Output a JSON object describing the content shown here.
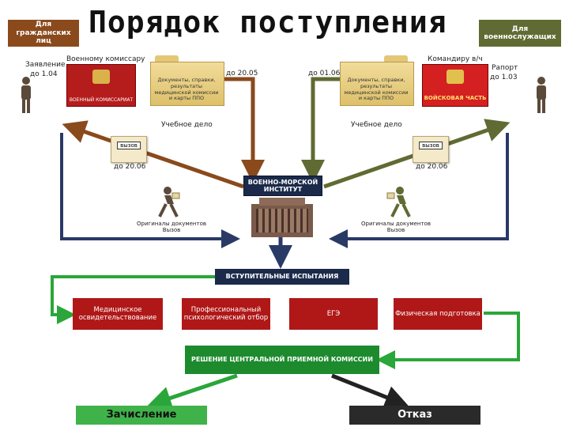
{
  "title": "Порядок поступления",
  "left_header": "Для гражданских лиц",
  "right_header": "Для военнослужащих",
  "left": {
    "application": "Заявление",
    "application_deadline": "до 1.04",
    "addressee": "Военному комиссару",
    "logo_caption": "ВОЕННЫЙ КОМИССАРИАТ",
    "folder_text": "Документы, справки, результаты медицинской комиссии и карты ППО",
    "folder_deadline": "до 20.05",
    "personal_file": "Учебное дело",
    "envelope": "вызов",
    "envelope_deadline": "до 20.06",
    "originals": "Оригиналы документов Вызов"
  },
  "right": {
    "application": "Рапорт",
    "application_deadline": "до 1.03",
    "addressee": "Командиру в/ч",
    "logo_caption": "ВОЙСКОВАЯ ЧАСТЬ",
    "folder_text": "Документы, справки, результаты медицинской комиссии и карты ППО",
    "folder_deadline": "до 01.06",
    "personal_file": "Учебное дело",
    "envelope": "вызов",
    "envelope_deadline": "до 20.06",
    "originals": "Оригиналы документов Вызов"
  },
  "institute": "ВОЕННО-МОРСКОЙ ИНСТИТУТ",
  "entrance_exams": "ВСТУПИТЕЛЬНЫЕ ИСПЫТАНИЯ",
  "exams": [
    "Медицинское освидетельствование",
    "Профессиональный психологический отбор",
    "ЕГЭ",
    "Физическая подготовка"
  ],
  "decision": "РЕШЕНИЕ ЦЕНТРАЛЬНОЙ ПРИЕМНОЙ КОМИССИИ",
  "enrollment": "Зачисление",
  "refusal": "Отказ",
  "colors": {
    "civil": "#8a4a1c",
    "military": "#5f6b32",
    "navy": "#1b2a4a",
    "exam_red": "#b01818",
    "decision_green": "#1e8a2e",
    "accent_green": "#3fb34a"
  }
}
